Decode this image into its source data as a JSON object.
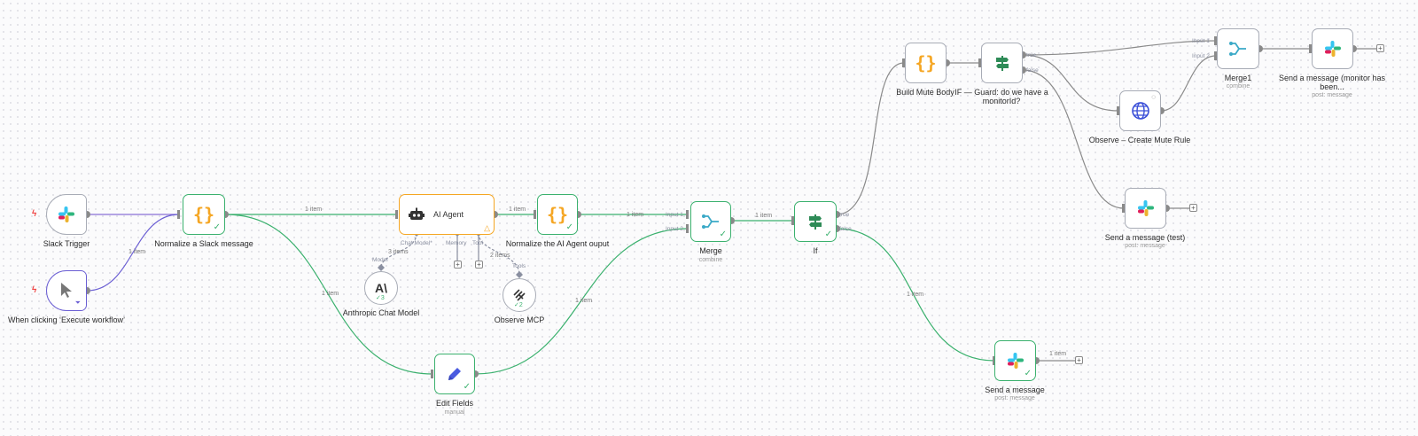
{
  "colors": {
    "success": "#3bb16e",
    "agent": "#f5a623",
    "selected": "#6b5fd3",
    "code": "#f5a623",
    "edge": "#8a8a8a"
  },
  "nodes": {
    "slack_trigger": {
      "label": "Slack Trigger",
      "icon": "slack-icon"
    },
    "manual_trigger": {
      "label": "When clicking ‘Execute workflow’",
      "icon": "cursor-icon"
    },
    "normalize_slack": {
      "label": "Normalize a Slack message",
      "icon": "code-braces-icon"
    },
    "ai_agent": {
      "label": "AI Agent",
      "icon": "robot-icon",
      "ports": {
        "chat_model": "Chat Model*",
        "memory": "Memory",
        "tool": "Tool"
      }
    },
    "anthropic": {
      "label": "Anthropic Chat Model",
      "icon": "anthropic-icon",
      "runs": "3"
    },
    "observe_mcp": {
      "label": "Observe MCP",
      "icon": "mcp-icon",
      "runs": "2"
    },
    "normalize_agent": {
      "label": "Normalize the AI Agent ouput",
      "icon": "code-braces-icon"
    },
    "edit_fields": {
      "label": "Edit Fields",
      "subtitle": "manual",
      "icon": "pencil-icon"
    },
    "merge": {
      "label": "Merge",
      "subtitle": "combine",
      "icon": "merge-icon",
      "input1": "Input 1",
      "input2": "Input 2"
    },
    "if": {
      "label": "If",
      "icon": "signpost-icon",
      "out_true": "true",
      "out_false": "false"
    },
    "build_mute_body": {
      "label": "Build Mute Body",
      "icon": "code-braces-icon"
    },
    "if_guard": {
      "label": "IF — Guard: do we have a monitorId?",
      "icon": "signpost-icon",
      "out_true": "true",
      "out_false": "false"
    },
    "observe_create": {
      "label": "Observe – Create Mute Rule",
      "icon": "globe-icon"
    },
    "merge1": {
      "label": "Merge1",
      "subtitle": "combine",
      "icon": "merge-icon",
      "input1": "Input 1",
      "input2": "Input 2"
    },
    "send_msg_monitor": {
      "label": "Send a message (monitor has been...",
      "subtitle": "post: message",
      "icon": "slack-icon"
    },
    "send_msg_test": {
      "label": "Send a message (test)",
      "subtitle": "post: message",
      "icon": "slack-icon"
    },
    "send_msg": {
      "label": "Send a message",
      "subtitle": "post: message",
      "icon": "slack-icon"
    }
  },
  "edges": {
    "norm_to_agent": "1 item",
    "agent_to_norm": "1 item",
    "norm_to_merge": "1 item",
    "merge_to_if": "1 item",
    "manual_to_norm": "1 item",
    "norm_to_edit": "1 item",
    "edit_to_merge": "1 item",
    "chatmodel": "3 items",
    "model_port": "Model",
    "tool": "2 items",
    "tools_port": "Tools",
    "if_false_send": "1 item",
    "send_out": "1 item"
  },
  "plus_symbol": "+",
  "check_symbol": "✓",
  "warn_symbol": "△",
  "bolt_symbol": "ϟ"
}
